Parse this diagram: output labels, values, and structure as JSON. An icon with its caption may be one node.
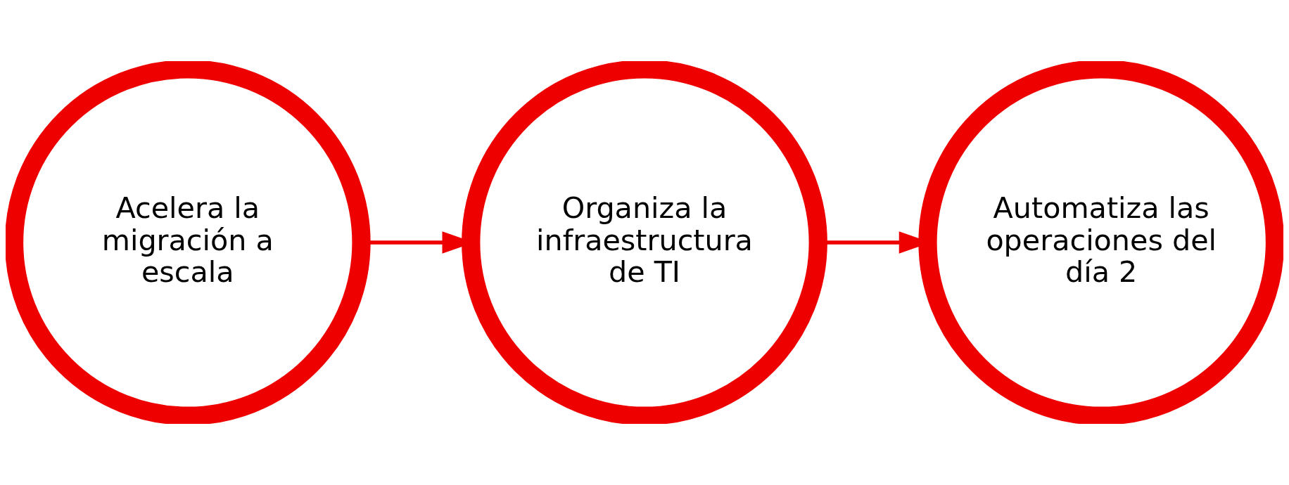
{
  "diagram": {
    "nodes": [
      {
        "text": [
          "Acelera la migración a escala"
        ]
      },
      {
        "text": [
          "Organiza la infraestructura de TI"
        ]
      },
      {
        "text": [
          "Automatiza las operaciones del día 2"
        ]
      }
    ],
    "edges": [
      {
        "from": 0,
        "to": 1,
        "arrow": "to"
      },
      {
        "from": 1,
        "to": 2,
        "arrow": "to"
      }
    ]
  }
}
